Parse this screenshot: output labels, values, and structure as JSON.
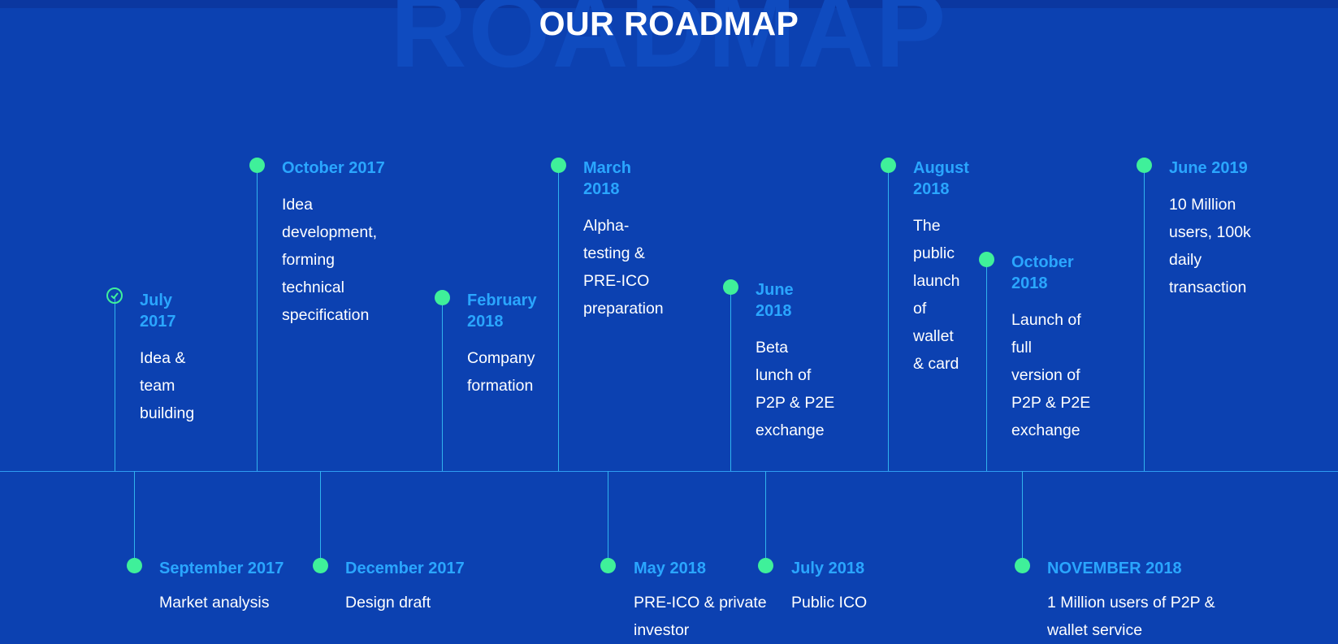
{
  "header": {
    "background_word": "ROADMAP",
    "title": "OUR ROADMAP"
  },
  "colors": {
    "background": "#0c41b1",
    "accent_date": "#2aa6ff",
    "marker": "#3ff09a",
    "line": "#30b3ee"
  },
  "milestones_top": [
    {
      "date": "July\n2017",
      "desc": "Idea &\nteam\nbuilding",
      "done": true
    },
    {
      "date": "October 2017",
      "desc": "Idea\ndevelopment,\nforming\ntechnical\nspecification"
    },
    {
      "date": "February\n2018",
      "desc": "Company\nformation"
    },
    {
      "date": "March\n2018",
      "desc": "Alpha-\ntesting &\nPRE-ICO\npreparation"
    },
    {
      "date": "June\n2018",
      "desc": "Beta\nlunch of\nP2P & P2E\nexchange"
    },
    {
      "date": "August\n2018",
      "desc": "The\npublic\nlaunch\nof\nwallet\n& card"
    },
    {
      "date": "October\n2018",
      "desc": "Launch of\nfull\nversion of\nP2P & P2E\nexchange"
    },
    {
      "date": "June 2019",
      "desc": "10 Million\nusers, 100k\ndaily\ntransaction"
    }
  ],
  "milestones_bottom": [
    {
      "date": "September 2017",
      "desc": "Market analysis"
    },
    {
      "date": "December 2017",
      "desc": "Design draft"
    },
    {
      "date": "May 2018",
      "desc": "PRE-ICO & private\ninvestor"
    },
    {
      "date": "July 2018",
      "desc": "Public ICO"
    },
    {
      "date": "NOVEMBER 2018",
      "desc": "1 Million users of P2P &\nwallet service"
    }
  ]
}
